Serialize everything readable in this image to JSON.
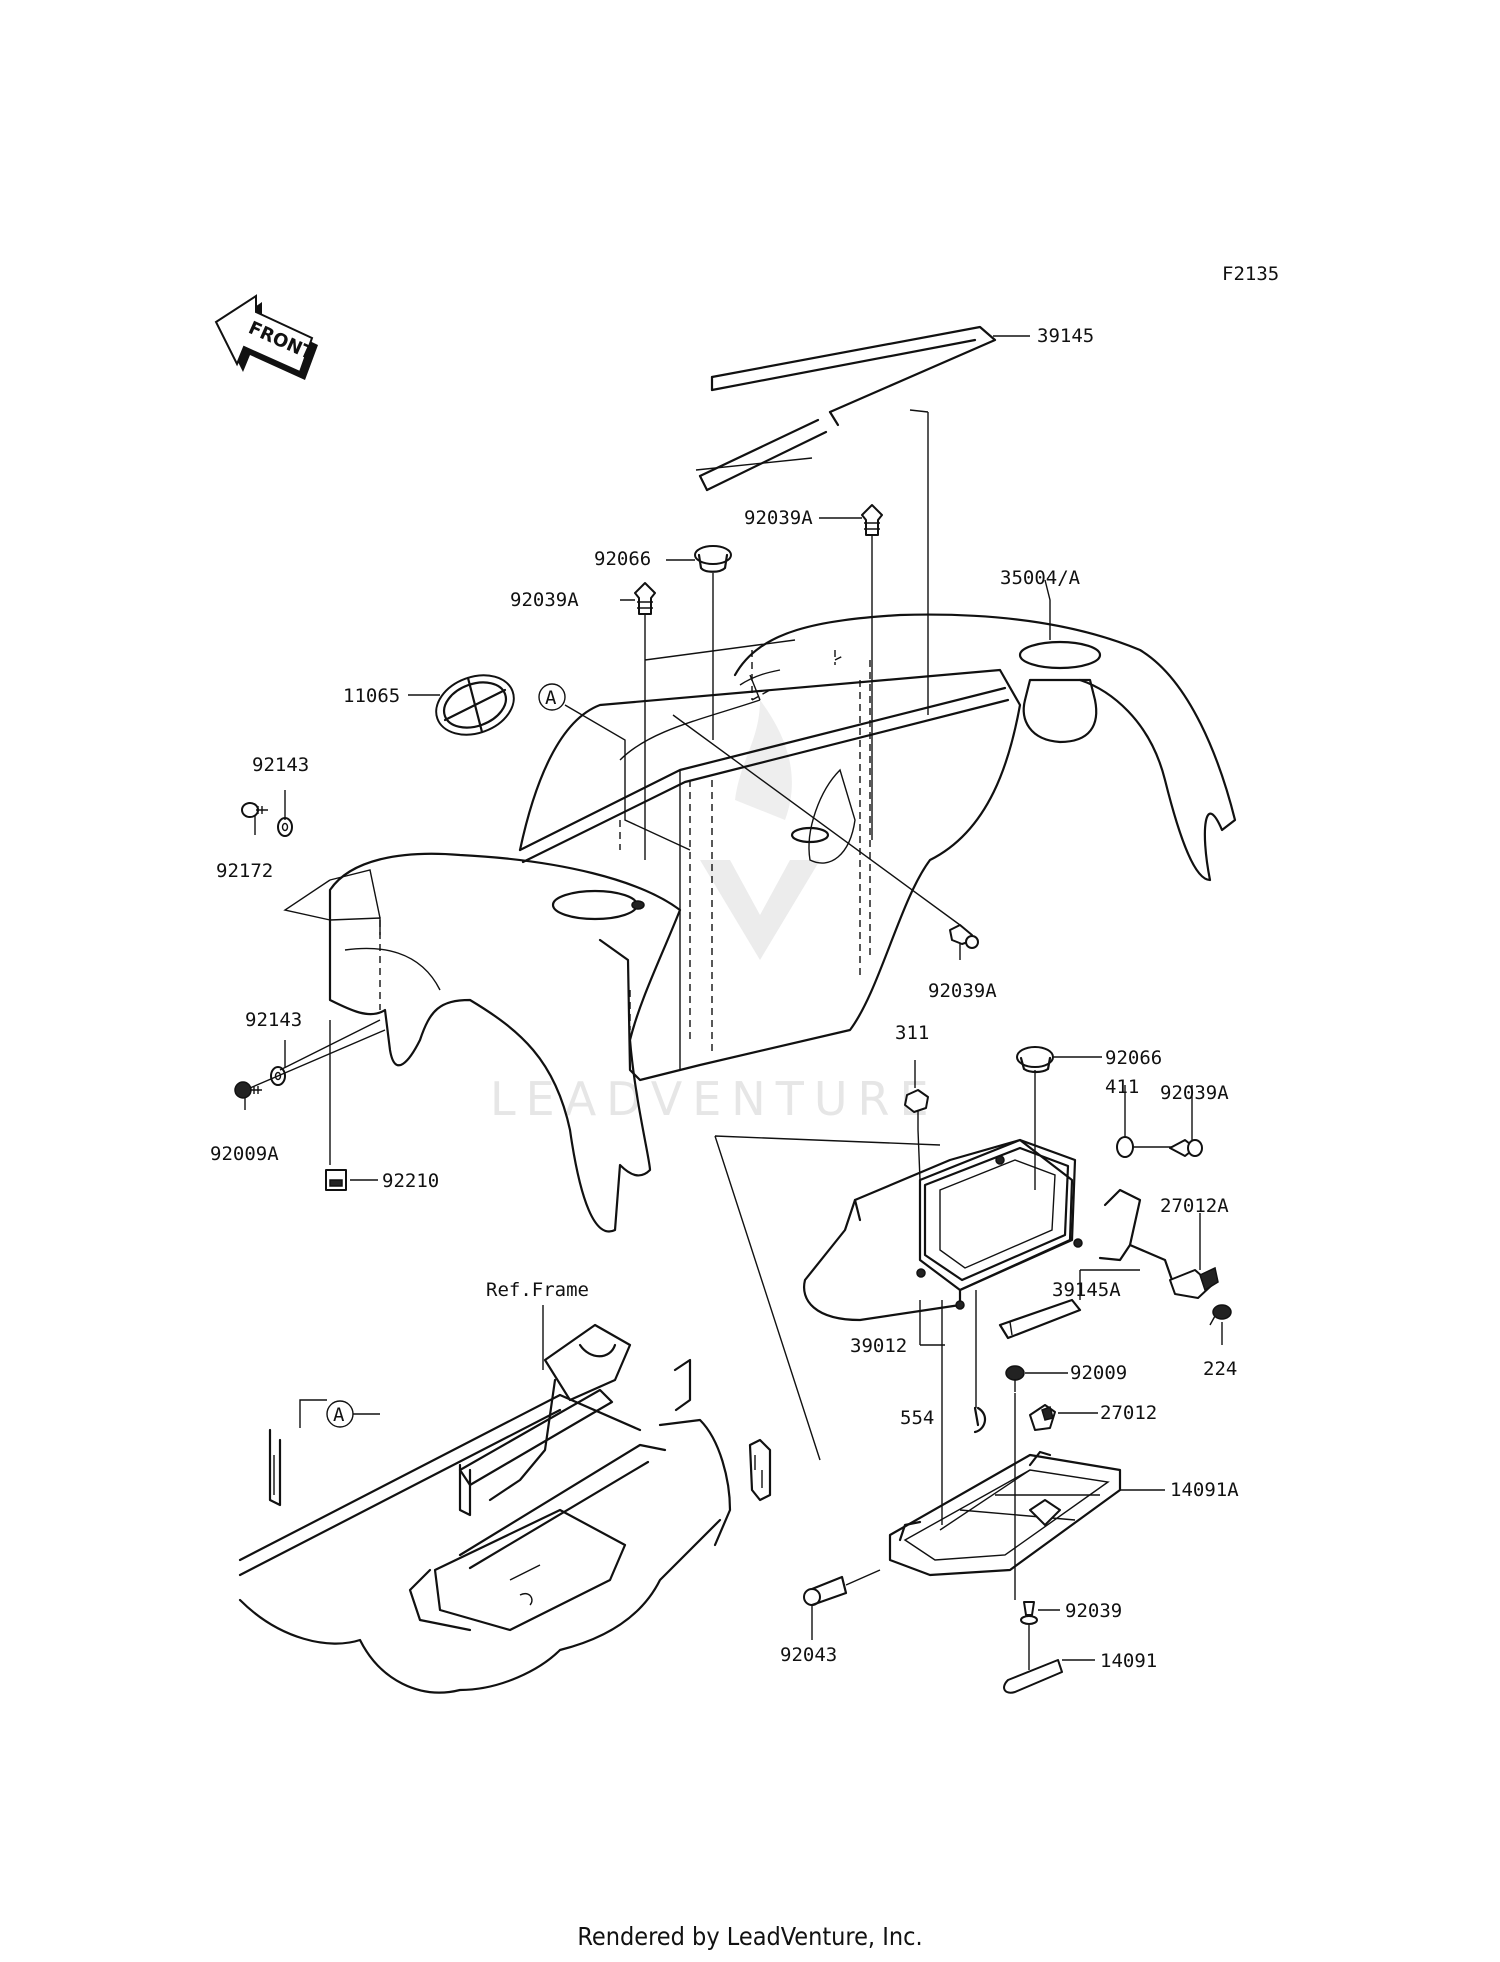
{
  "diagram_code": "F2135",
  "front_arrow_label": "FRONT",
  "watermark": "LEADVENTURE",
  "ref_frame_label": "Ref.Frame",
  "callout_letter": "A",
  "footer": "Rendered by LeadVenture, Inc.",
  "parts": {
    "p39145": "39145",
    "p92039A_top": "92039A",
    "p92066_top": "92066",
    "p92039A_left": "92039A",
    "p35004A": "35004/A",
    "p11065": "11065",
    "p92143_top": "92143",
    "p92172": "92172",
    "p92039A_mid": "92039A",
    "p92143_bottom": "92143",
    "p92009A": "92009A",
    "p92210": "92210",
    "p311": "311",
    "p92066_right": "92066",
    "p411": "411",
    "p92039A_right": "92039A",
    "p27012A": "27012A",
    "p39145A": "39145A",
    "p224": "224",
    "p39012": "39012",
    "p92009": "92009",
    "p554": "554",
    "p27012": "27012",
    "p14091A": "14091A",
    "p92039": "92039",
    "p92043": "92043",
    "p14091": "14091"
  }
}
